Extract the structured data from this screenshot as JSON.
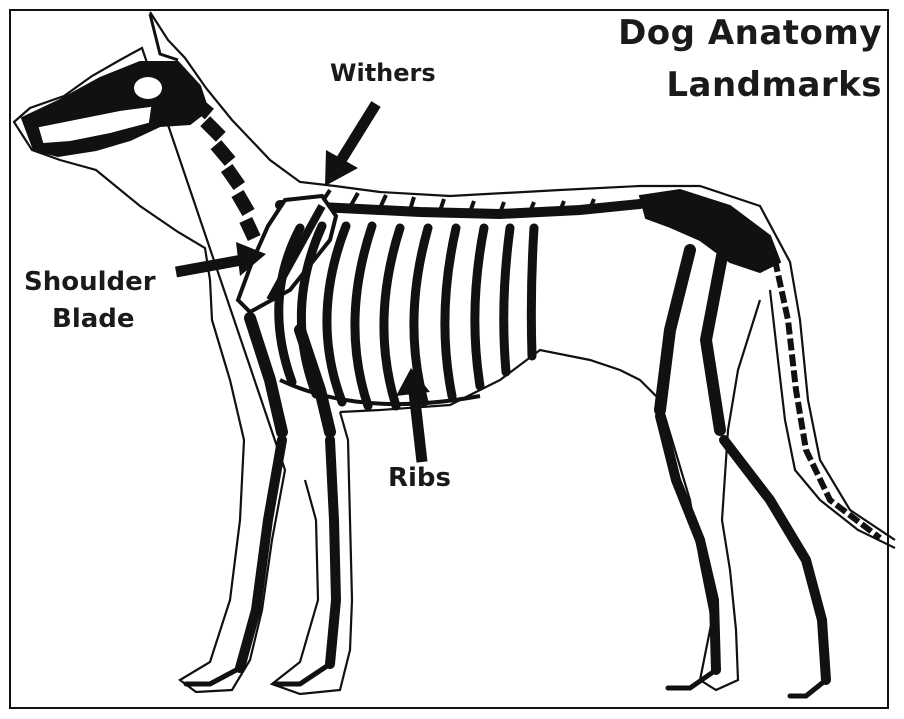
{
  "title": {
    "line1": "Dog Anatomy",
    "line2": "Landmarks"
  },
  "labels": {
    "withers": "Withers",
    "shoulder_blade_line1": "Shoulder",
    "shoulder_blade_line2": "Blade",
    "ribs": "Ribs"
  },
  "colors": {
    "ink": "#111111",
    "paper": "#ffffff"
  }
}
